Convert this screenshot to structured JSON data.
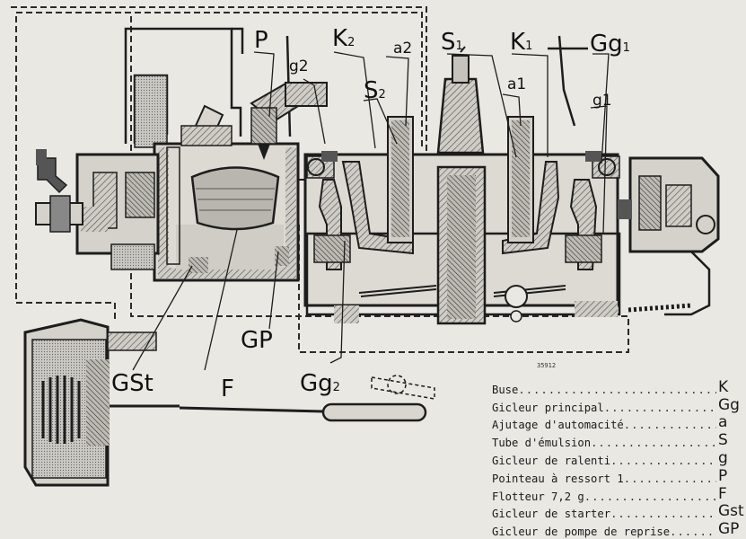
{
  "diagram": {
    "labels": {
      "P": "P",
      "K2": "K",
      "K2_sub": "2",
      "a2": "a2",
      "S1": "S",
      "S1_sub": "1",
      "K1": "K",
      "K1_sub": "1",
      "Gg1": "Gg",
      "Gg1_sub": "1",
      "g2": "g2",
      "S2": "S",
      "S2_sub": "2",
      "a1": "a1",
      "g1": "g1",
      "GP": "GP",
      "GSt": "GSt",
      "F": "F",
      "Gg2": "Gg",
      "Gg2_sub": "2"
    },
    "serial": "35912",
    "colors": {
      "paper": "#e9e8e3",
      "ink": "#1d1d1d",
      "hatch": "#6a6a6a"
    }
  },
  "legend": [
    {
      "name": "Buse",
      "code": "K"
    },
    {
      "name": "Gicleur principal",
      "code": "Gg"
    },
    {
      "name": "Ajutage d'automacité",
      "code": "a"
    },
    {
      "name": "Tube d'émulsion",
      "code": "S"
    },
    {
      "name": "Gicleur de ralenti",
      "code": "g"
    },
    {
      "name": "Pointeau à ressort 1",
      "code": "P"
    },
    {
      "name": "Flotteur 7,2 g",
      "code": "F"
    },
    {
      "name": "Gicleur de starter",
      "code": "Gst"
    },
    {
      "name": "Gicleur de pompe de reprise",
      "code": "GP"
    }
  ]
}
